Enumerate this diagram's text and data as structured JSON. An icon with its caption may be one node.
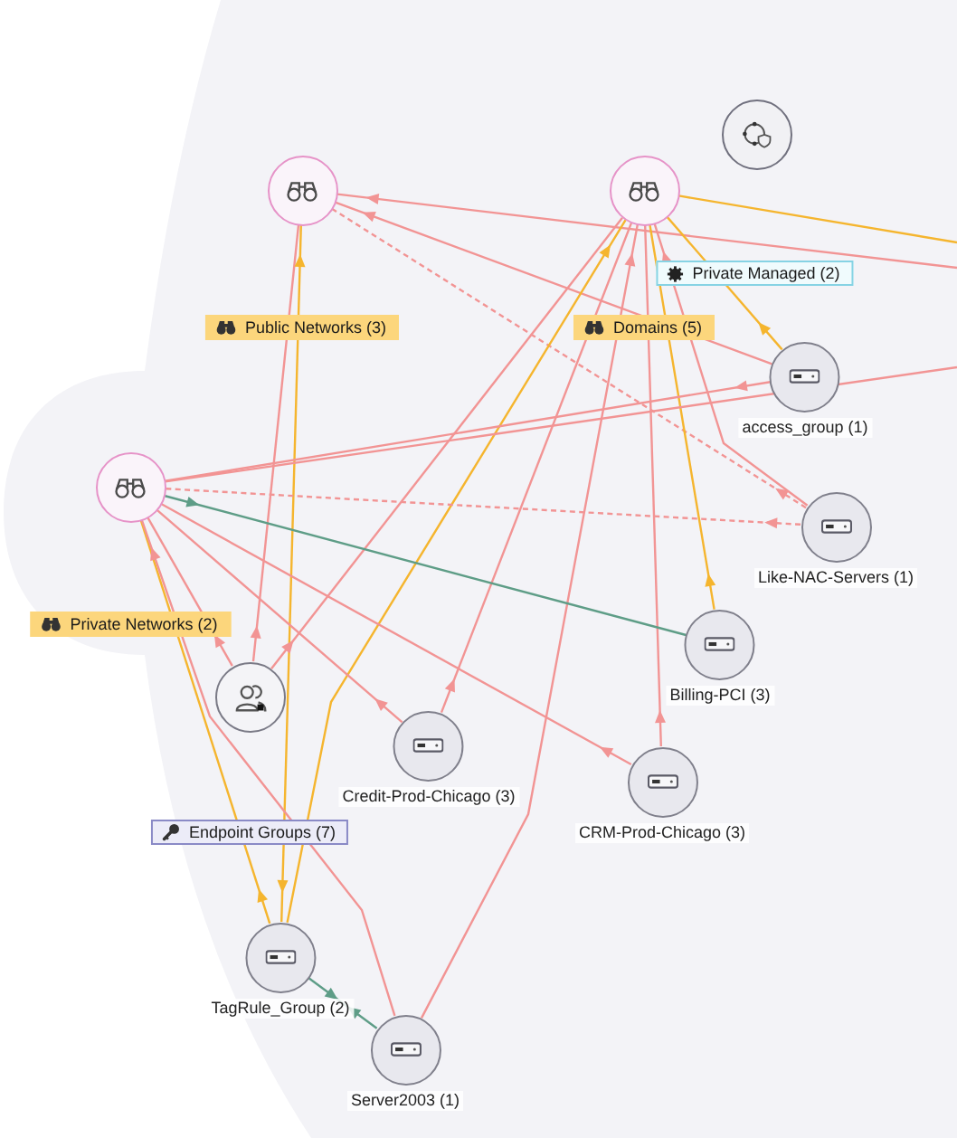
{
  "diagram": {
    "nodes": [
      {
        "text": [],
        "shape": "circle"
      },
      {
        "text": [],
        "shape": "circle"
      },
      {
        "text": [],
        "shape": "circle"
      },
      {
        "text": [
          "access_group (1)"
        ]
      },
      {
        "text": [],
        "shape": "circle"
      },
      {
        "text": [
          "Like-NAC-Servers (1)"
        ]
      },
      {
        "text": [
          "Billing-PCI (3)"
        ]
      },
      {
        "text": [],
        "shape": "circle"
      },
      {
        "text": [
          "Credit-Prod-Chicago (3)"
        ]
      },
      {
        "text": [
          "CRM-Prod-Chicago (3)"
        ]
      },
      {
        "text": [
          "TagRule_Group (2)"
        ]
      },
      {
        "text": [
          "Server2003 (1)"
        ]
      }
    ],
    "edges": [
      {
        "from": null,
        "to": 1,
        "arrow": "to"
      },
      {
        "from": 3,
        "to": 1,
        "arrow": "to"
      },
      {
        "from": 5,
        "to": 1,
        "arrow": "to",
        "style": "dashed"
      },
      {
        "from": 7,
        "to": 1,
        "arrow": "to"
      },
      {
        "from": 10,
        "to": 1,
        "arrow": "both",
        "color": "#f5b52e"
      },
      {
        "from": 2,
        "to": null,
        "arrow": "none",
        "color": "#f5b52e"
      },
      {
        "from": 3,
        "to": 2,
        "arrow": "to",
        "color": "#f5b52e"
      },
      {
        "from": 5,
        "to": 2,
        "arrow": "to"
      },
      {
        "from": 6,
        "to": 2,
        "arrow": "to",
        "color": "#f5b52e"
      },
      {
        "from": 7,
        "to": 2,
        "arrow": "to"
      },
      {
        "from": 8,
        "to": 2,
        "arrow": "to"
      },
      {
        "from": 9,
        "to": 2,
        "arrow": "to"
      },
      {
        "from": 10,
        "to": 2,
        "arrow": "to",
        "color": "#f5b52e"
      },
      {
        "from": 11,
        "to": 2,
        "arrow": "to"
      },
      {
        "from": 4,
        "to": null,
        "arrow": "none"
      },
      {
        "from": 3,
        "to": 4,
        "arrow": "to"
      },
      {
        "from": 5,
        "to": 4,
        "arrow": "to",
        "style": "dashed"
      },
      {
        "from": 4,
        "to": 6,
        "arrow": "to",
        "color": "#5e9d87"
      },
      {
        "from": 7,
        "to": 4,
        "arrow": "to"
      },
      {
        "from": 8,
        "to": 4,
        "arrow": "to"
      },
      {
        "from": 9,
        "to": 4,
        "arrow": "to"
      },
      {
        "from": 10,
        "to": 4,
        "arrow": "to",
        "color": "#f5b52e"
      },
      {
        "from": 11,
        "to": 4,
        "arrow": "to"
      },
      {
        "from": 10,
        "to": 11,
        "arrow": "both",
        "color": "#5e9d87"
      }
    ],
    "labels": [
      "Private Managed (2)",
      "Public Networks (3)",
      "Domains (5)",
      "Private Networks (2)",
      "Endpoint Groups (7)"
    ]
  }
}
